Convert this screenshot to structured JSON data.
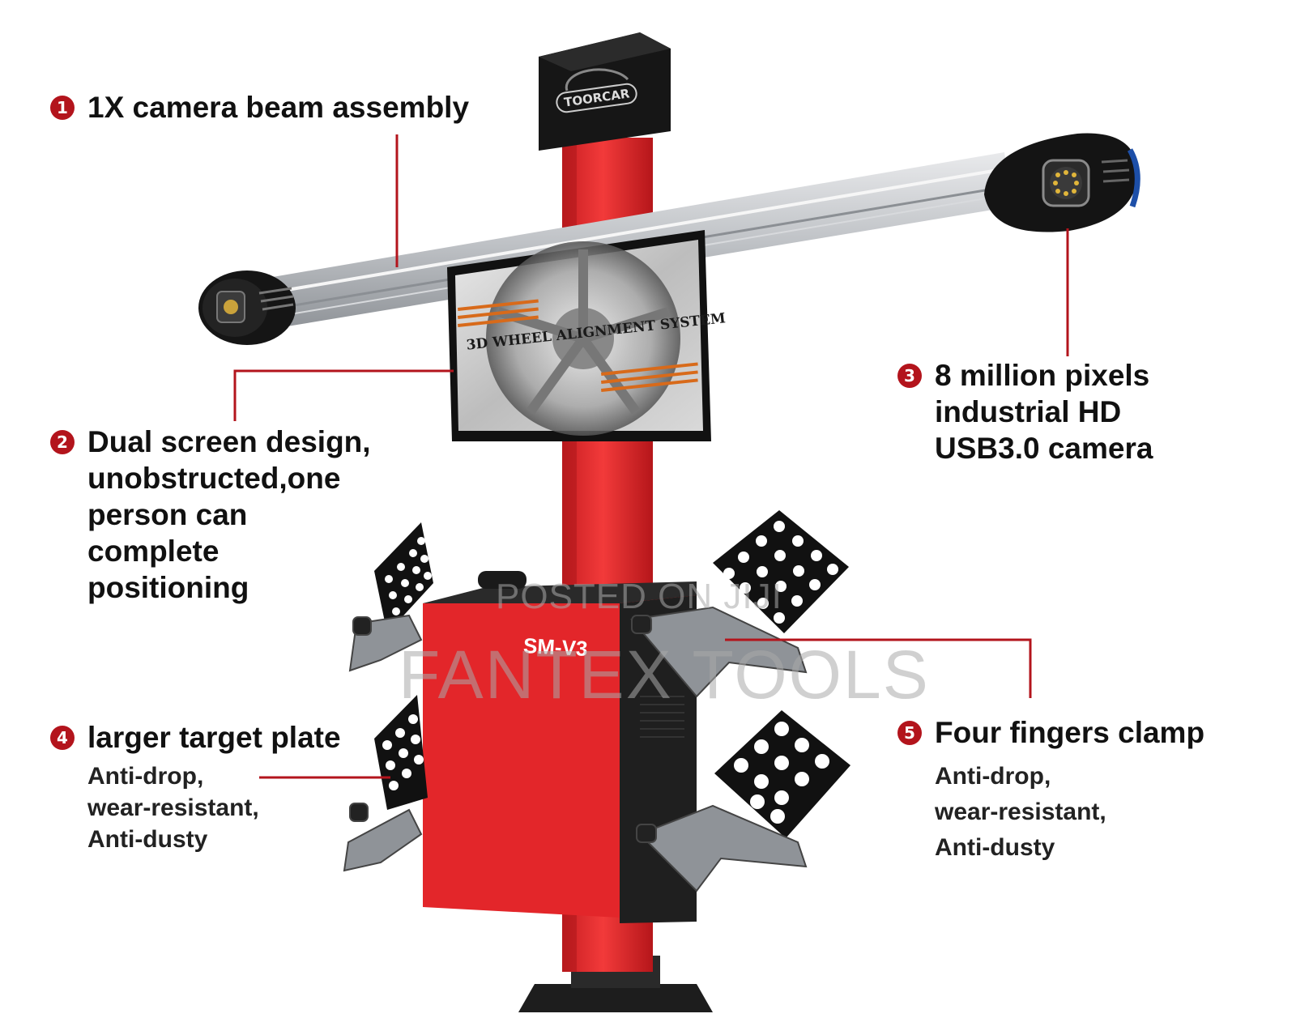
{
  "brand": "TOORCAR",
  "screen_text": "3D WHEEL ALIGNMENT SYSTEM",
  "model": "SM-V3",
  "watermark": {
    "line1": "POSTED ON JIJI",
    "line2": "FANTEX TOOLS"
  },
  "colors": {
    "accent": "#b3141c",
    "column": "#e52b2b",
    "cabinet": "#e3262a",
    "dark": "#1b1b1b",
    "beam": "#c7c9cc"
  },
  "features": [
    {
      "number": "1",
      "icon": "number-1-icon",
      "title": "1X camera beam assembly"
    },
    {
      "number": "2",
      "icon": "number-2-icon",
      "title_lines": [
        "Dual screen design,",
        "unobstructed,one",
        "person can",
        "complete",
        "positioning"
      ]
    },
    {
      "number": "3",
      "icon": "number-3-icon",
      "title_lines": [
        "8 million pixels",
        "industrial HD",
        "USB3.0 camera"
      ]
    },
    {
      "number": "4",
      "icon": "number-4-icon",
      "title": "larger target plate",
      "details": [
        "Anti-drop,",
        "wear-resistant,",
        "Anti-dusty"
      ]
    },
    {
      "number": "5",
      "icon": "number-5-icon",
      "title": "Four fingers clamp",
      "details": [
        "Anti-drop,",
        "wear-resistant,",
        "Anti-dusty"
      ]
    }
  ]
}
